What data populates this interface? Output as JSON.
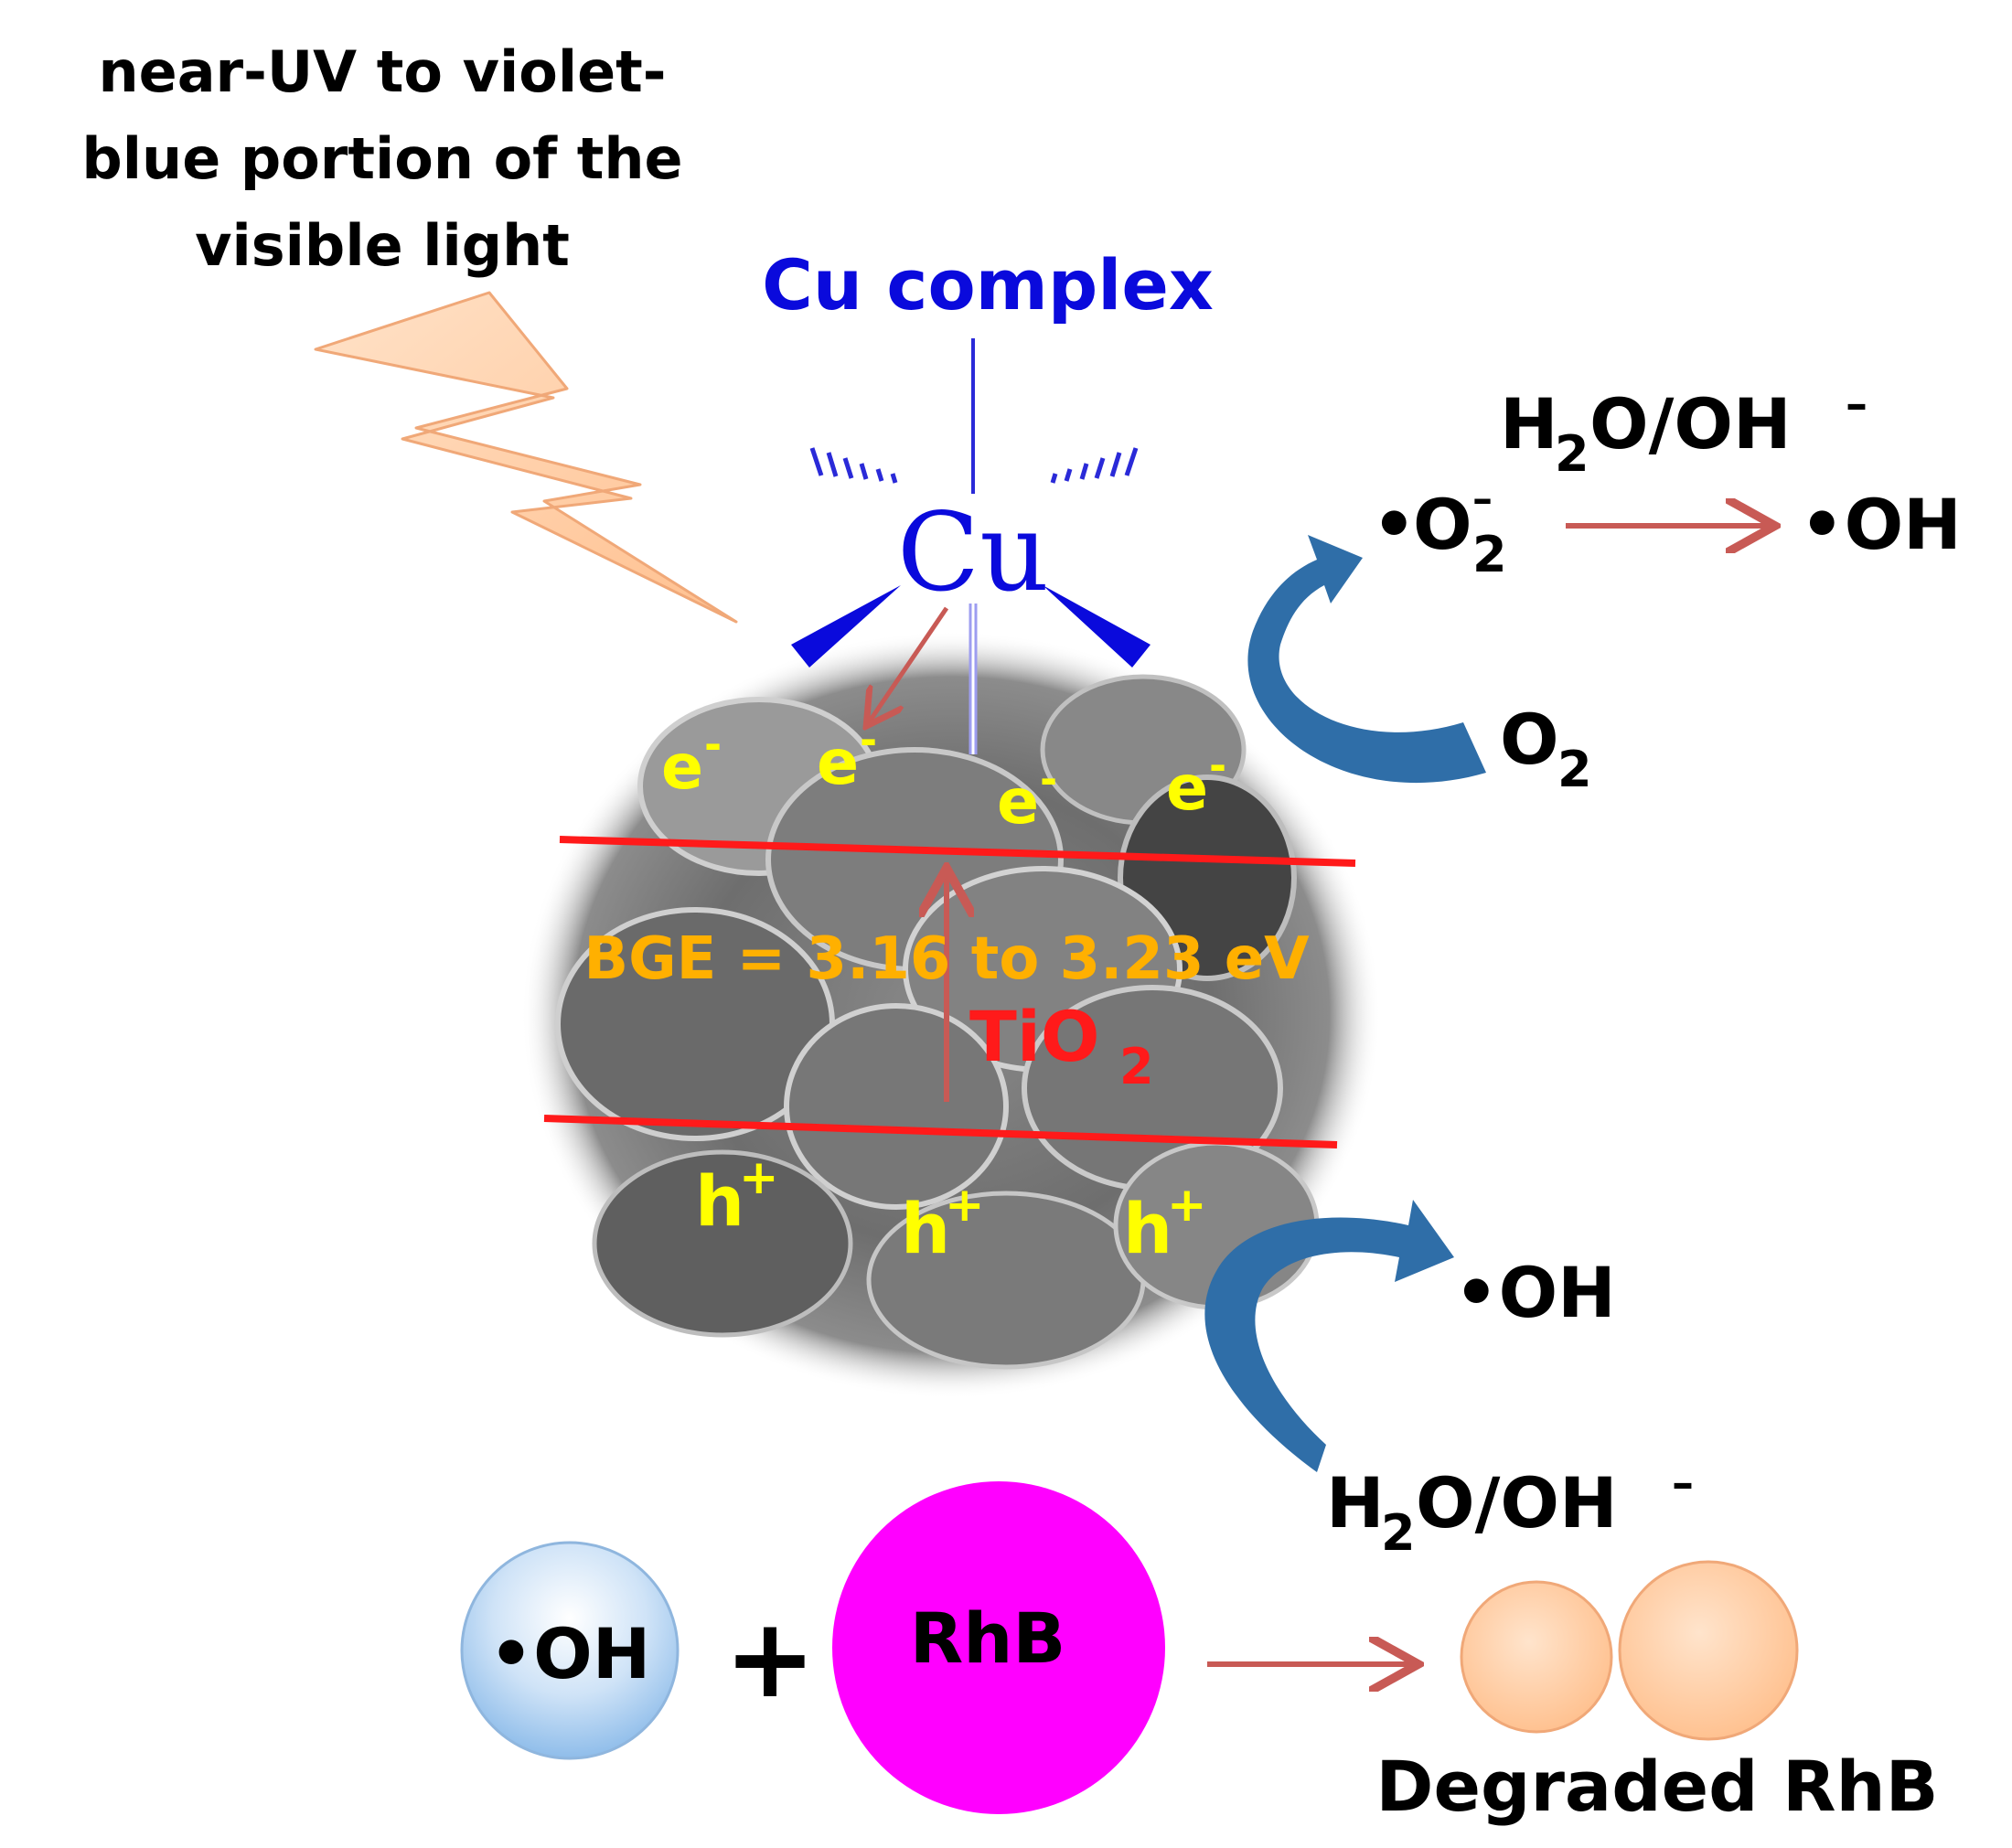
{
  "light_label": {
    "line1": "near-UV to violet-",
    "line2": "blue portion of the",
    "line3": "visible light"
  },
  "cu_complex": {
    "title": "Cu complex",
    "atom": "Cu"
  },
  "electrons": {
    "label": "e",
    "charge": "-"
  },
  "holes": {
    "label": "h",
    "charge": "+"
  },
  "band_gap": {
    "text": "BGE = 3.16 to 3.23 eV"
  },
  "semiconductor": {
    "base": "TiO",
    "sub": "2"
  },
  "reduction": {
    "o2_base": "O",
    "o2_sub": "2",
    "superoxide_dot": "•",
    "superoxide_base": "O",
    "superoxide_sub": "2",
    "superoxide_sup": "–",
    "water_top": {
      "base1": "H",
      "sub": "2",
      "base2": "O/OH",
      "sup": "–"
    },
    "hydroxyl_product": "•OH"
  },
  "oxidation": {
    "hydroxyl": "•OH",
    "water_bottom": {
      "base1": "H",
      "sub": "2",
      "base2": "O/OH",
      "sup": "–"
    }
  },
  "degradation": {
    "radical": "•OH",
    "plus": "+",
    "dye": "RhB",
    "product": "Degraded RhB"
  },
  "colors": {
    "cu_blue": "#0a0adc",
    "band_red": "#ff1a1a",
    "charge_yellow": "#ffff00",
    "bge_orange": "#ffb000",
    "tio2_red": "#ff1a1a",
    "flow_blue": "#2f6ea8",
    "arrow_red": "#c85a55",
    "lightning": "#ffc9a0",
    "rhb_magenta": "#ff00ff",
    "oh_sphere": "#a9cef2",
    "fragment": "#ffc79b"
  }
}
